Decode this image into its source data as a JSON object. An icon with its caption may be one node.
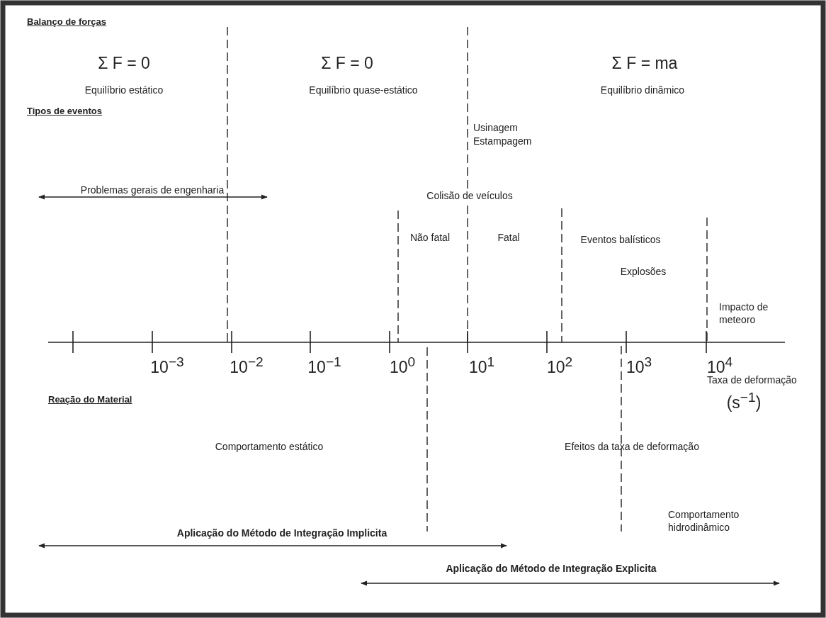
{
  "diagram": {
    "labels": [
      "Balanço de forças",
      "Σ F = 0",
      "Σ F = 0",
      "Σ F = ma",
      "Equilíbrio estático",
      "Equilíbrio quase-estático",
      "Equilíbrio dinâmico",
      "Tipos de eventos",
      "Usinagem",
      "Estampagem",
      "Problemas gerais de engenharia",
      "Colisão de veículos",
      "Não fatal",
      "Fatal",
      "Eventos balísticos",
      "Explosões",
      "Impacto de meteoro",
      "10$^{−3}$",
      "10$^{−2}$",
      "10$^{−1}$",
      "10$^{0}$",
      "10$^{1}$",
      "10$^{2}$",
      "10$^{3}$",
      "10$^{4}$",
      "Taxa de deformação",
      "(s$^{−1}$)",
      "Reação do Material",
      "Comportamento estático",
      "Efeitos da taxa de deformação",
      "Comportamento hidrodinâmico",
      "Aplicação do Método de Integração Implicita",
      "Aplicação do Método de Integração Explicita"
    ]
  }
}
